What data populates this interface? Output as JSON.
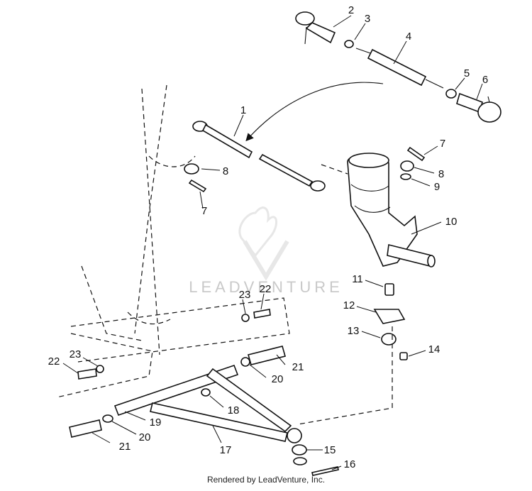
{
  "callouts": {
    "c1": "1",
    "c2": "2",
    "c3": "3",
    "c4": "4",
    "c5": "5",
    "c6": "6",
    "c7a": "7",
    "c7b": "7",
    "c8a": "8",
    "c8b": "8",
    "c9": "9",
    "c10": "10",
    "c11": "11",
    "c12": "12",
    "c13": "13",
    "c14": "14",
    "c15": "15",
    "c16": "16",
    "c17": "17",
    "c18": "18",
    "c19": "19",
    "c20a": "20",
    "c20b": "20",
    "c21a": "21",
    "c21b": "21",
    "c22a": "22",
    "c22b": "22",
    "c23a": "23",
    "c23b": "23"
  },
  "watermark": "LEADVENTURE",
  "footer": "Rendered by LeadVenture, Inc."
}
